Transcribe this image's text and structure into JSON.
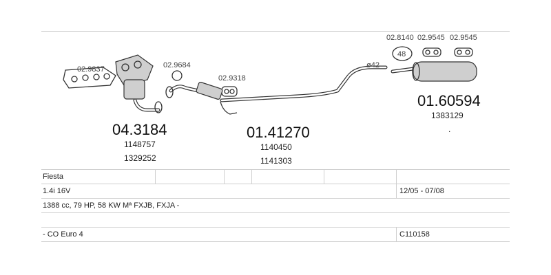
{
  "parts": {
    "gasket_manifold": "02.9837",
    "manifold_code": "04.3184",
    "manifold_ref1": "1148757",
    "manifold_ref2": "1329252",
    "ring": "02.9684",
    "flange_gasket": "02.9318",
    "middle_code": "01.41270",
    "middle_ref1": "1140450",
    "middle_ref2": "1141303",
    "diameter": "ø42",
    "hanger1": "02.8140",
    "hanger1_badge": "48",
    "hanger2": "02.9545",
    "hanger3": "02.9545",
    "rear_code": "01.60594",
    "rear_ref": "1383129"
  },
  "table": {
    "model": "Fiesta",
    "engine": "1.4i 16V",
    "date_range": "12/05 - 07/08",
    "details": "1388 cc, 79 HP, 58 KW Mª FXJB, FXJA -",
    "emission": "- CO Euro 4",
    "catalog_no": "C110158"
  }
}
